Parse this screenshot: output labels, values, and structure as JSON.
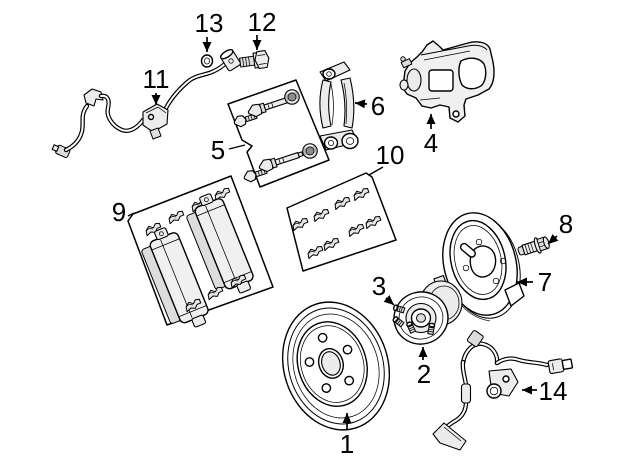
{
  "colors": {
    "background": "#ffffff",
    "line": "#000000",
    "shade_light": "#ececec",
    "shade_mid": "#dddddd"
  },
  "callouts": [
    {
      "label": "1"
    },
    {
      "label": "2"
    },
    {
      "label": "3"
    },
    {
      "label": "4"
    },
    {
      "label": "5"
    },
    {
      "label": "6"
    },
    {
      "label": "7"
    },
    {
      "label": "8"
    },
    {
      "label": "9"
    },
    {
      "label": "10"
    },
    {
      "label": "11"
    },
    {
      "label": "12"
    },
    {
      "label": "13"
    },
    {
      "label": "14"
    }
  ]
}
